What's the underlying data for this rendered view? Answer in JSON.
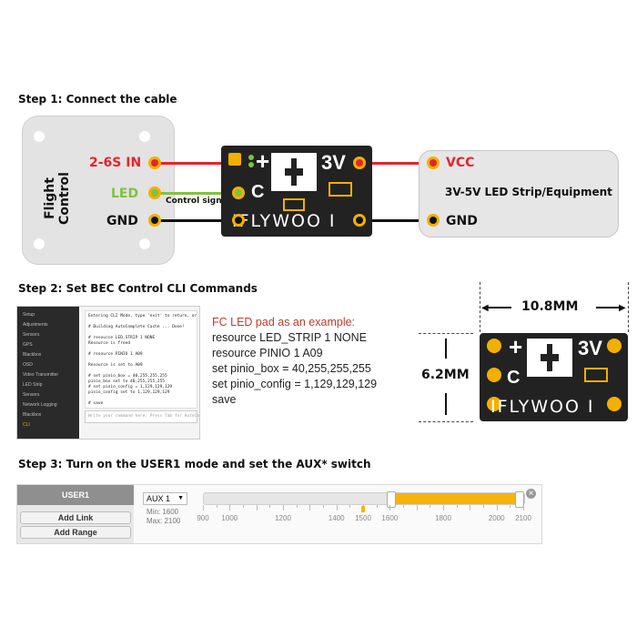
{
  "step1": {
    "title": "Step 1: Connect the cable",
    "flight_control": "Flight Control",
    "pads_left": {
      "in": "2-6S IN",
      "led": "LED",
      "gnd": "GND"
    },
    "control_signal": "Control signal",
    "board_top": "+",
    "board_3v": "3V",
    "board_c": "C",
    "board_brand": "IFLYWOO I",
    "equipment": {
      "label": "3V-5V LED Strip/Equipment",
      "vcc": "VCC",
      "gnd": "GND"
    },
    "colors": {
      "red": "#e8232a",
      "green": "#7fc241",
      "black": "#111111",
      "pad": "#f2b000"
    }
  },
  "step2": {
    "title": "Step 2: Set BEC Control CLI Commands",
    "cli_header": "FC LED pad as an example:",
    "cli_lines": [
      "resource LED_STRIP 1 NONE",
      "resource PINIO 1 A09",
      "set pinio_box = 40,255,255,255",
      "set pinio_config = 1,129,129,129",
      "save"
    ],
    "dim_width": "10.8MM",
    "dim_height": "6.2MM",
    "screenshot": {
      "sidebar_items": [
        "Setup",
        "Adjustments",
        "Sensors",
        "GPS",
        "Blackbox",
        "OSD",
        "Video Transmitter",
        "LED Strip",
        "Sensors",
        "Network Logging",
        "Blackbox",
        "CLI"
      ],
      "terminal_lines": [
        "Entering CLI Mode, type 'exit' to return, or 'help'",
        "",
        "# Building AutoComplete Cache ... Done!",
        "",
        "# resource LED_STRIP 1 NONE",
        "Resource is freed",
        "",
        "# resource PINIO 1 A09",
        "",
        "Resource is set to A09",
        "",
        "# set pinio_box = 40,255,255,255",
        "pinio_box set to 40,255,255,255",
        "# set pinio_config = 1,129,129,129",
        "pinio_config set to 1,129,129,129",
        "",
        "# save"
      ],
      "command_placeholder": "Write your command here. Press Tab for AutoComplete."
    }
  },
  "step3": {
    "title": "Step 3: Turn on the USER1 mode and set the AUX* switch",
    "mode_name": "USER1",
    "add_link": "Add Link",
    "add_range": "Add Range",
    "aux_select": "AUX 1",
    "min_label": "Min: 1600",
    "max_label": "Max: 2100",
    "range": {
      "min": 900,
      "max": 2100,
      "sel_min": 1600,
      "sel_max": 2100,
      "current": 1500
    },
    "ticks": [
      "900",
      "1000",
      "1200",
      "1400",
      "1500",
      "1600",
      "1800",
      "2000",
      "2100"
    ],
    "tick_values": [
      900,
      1000,
      1200,
      1400,
      1500,
      1600,
      1800,
      2000,
      2100
    ],
    "close_glyph": "×",
    "colors": {
      "selection": "#f5b40d",
      "header": "#8f8f8f"
    }
  }
}
